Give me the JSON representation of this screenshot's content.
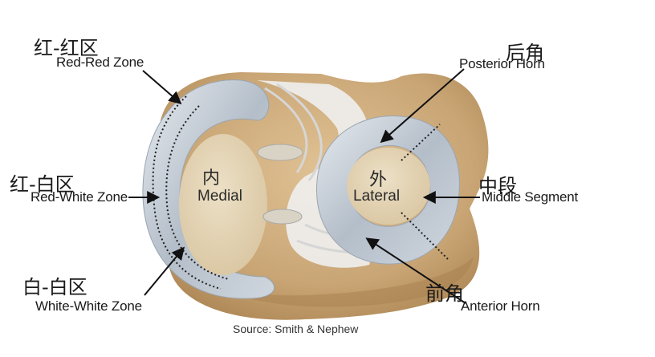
{
  "labels": {
    "red_red_cn": "红-红区",
    "red_red_en": "Red-Red Zone",
    "red_white_cn": "红-白区",
    "red_white_en": "Red-White Zone",
    "white_white_cn": "白-白区",
    "white_white_en": "White-White Zone",
    "posterior_cn": "后角",
    "posterior_en": "Posterior Horn",
    "middle_cn": "中段",
    "middle_en": "Middle Segment",
    "anterior_cn": "前角",
    "anterior_en": "Anterior Horn",
    "medial_cn": "内",
    "medial_en": "Medial",
    "lateral_cn": "外",
    "lateral_en": "Lateral"
  },
  "source": "Source: Smith & Nephew",
  "colors": {
    "bone": "#c9a575",
    "plateau": "#e3d3b4",
    "meniscus": "#b9c2cc",
    "ligament": "#eeeeee",
    "arrow": "#111111"
  }
}
